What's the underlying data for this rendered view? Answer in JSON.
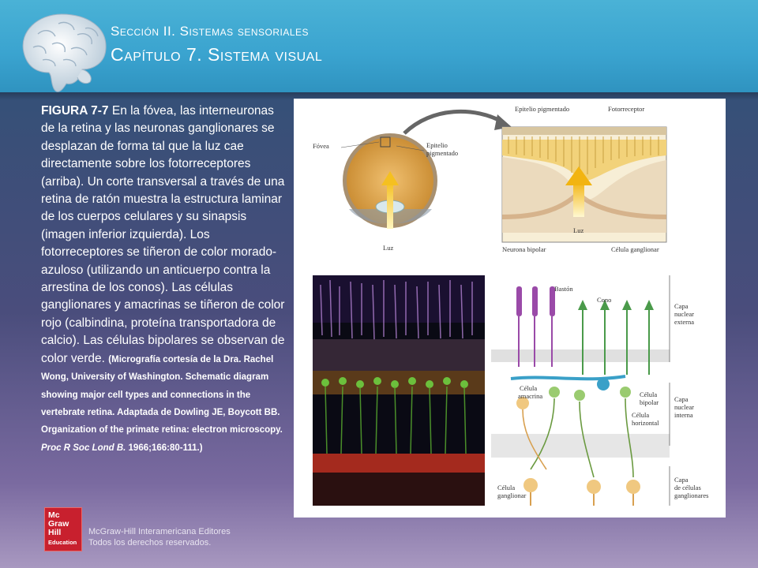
{
  "header": {
    "section": "Sección II. Sistemas sensoriales",
    "chapter": "Capítulo 7. Sistema visual"
  },
  "caption": {
    "figure_label": "FIGURA 7-7",
    "text": " En la fóvea, las interneuronas de la retina y las neuronas ganglionares se desplazan de forma tal que la luz cae directamente sobre los fotorreceptores (arriba). Un corte transversal a través de una retina de ratón muestra la estructura laminar de los cuerpos celulares y su sinapsis (imagen inferior izquierda). Los fotorreceptores se tiñeron de color morado-azuloso (utilizando un anticuerpo contra la arrestina de los conos). Las células ganglionares y amacrinas se tiñeron de color rojo (calbindina, proteína transportadora de calcio). Las células bipolares se observan de color verde. ",
    "credit_a": "(Micrografía cortesía de la Dra. Rachel Wong, University of Washington. Schematic diagram showing major cell types and connections in the vertebrate retina. Adaptada de Dowling JE, Boycott BB. Organization of the primate retina: electron microscopy. ",
    "credit_journal": "Proc R Soc Lond B.",
    "credit_b": " 1966;166:80-111.)"
  },
  "figure_labels": {
    "fovea": "Fóvea",
    "epitelio_left_1": "Epitelio",
    "epitelio_left_2": "pigmentado",
    "luz_left": "Luz",
    "epitelio_top": "Epitelio pigmentado",
    "fotorreceptor": "Fotorreceptor",
    "luz_right": "Luz",
    "neurona_bipolar": "Neurona bipolar",
    "celula_ganglionar_top": "Célula ganglionar",
    "baston": "Bastón",
    "cono": "Cono",
    "celula_amacrina_1": "Célula",
    "celula_amacrina_2": "amacrina",
    "celula_bipolar_1": "Célula",
    "celula_bipolar_2": "bipolar",
    "celula_horizontal_1": "Célula",
    "celula_horizontal_2": "horizontal",
    "celula_ganglionar_1": "Célula",
    "celula_ganglionar_2": "ganglionar",
    "capa_ext_1": "Capa",
    "capa_ext_2": "nuclear",
    "capa_ext_3": "externa",
    "capa_int_1": "Capa",
    "capa_int_2": "nuclear",
    "capa_int_3": "interna",
    "capa_gang_1": "Capa",
    "capa_gang_2": "de células",
    "capa_gang_3": "ganglionares"
  },
  "footer": {
    "logo_line1": "Mc",
    "logo_line2": "Graw",
    "logo_line3": "Hill",
    "logo_line4": "Education",
    "publisher": "McGraw-Hill Interamericana Editores",
    "rights": "Todos los derechos reservados."
  },
  "colors": {
    "header": "#3aa3cf",
    "logo_red": "#c8202e"
  }
}
